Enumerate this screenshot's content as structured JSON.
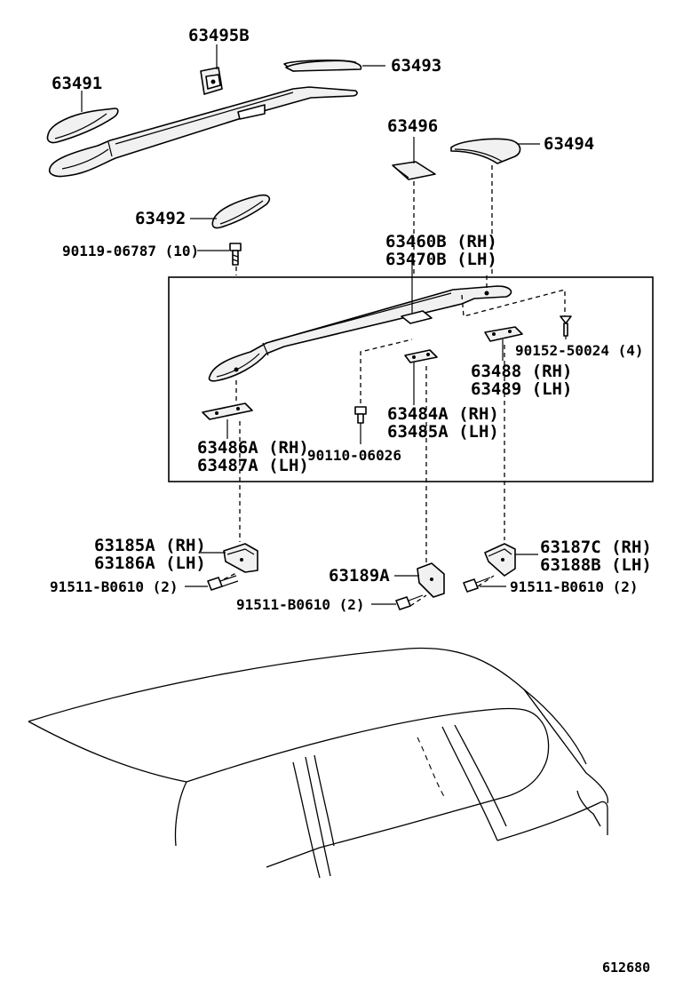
{
  "labels": {
    "p63495B": "63495B",
    "p63491": "63491",
    "p63493": "63493",
    "p63496": "63496",
    "p63494": "63494",
    "p63492": "63492",
    "p90119": "90119-06787 (10)",
    "p63460B": "63460B (RH)",
    "p63470B": "63470B (LH)",
    "p90152": "90152-50024 (4)",
    "p63488": "63488 (RH)",
    "p63489": "63489 (LH)",
    "p63484A": "63484A (RH)",
    "p63485A": "63485A (LH)",
    "p63486A": "63486A (RH)",
    "p63487A": "63487A (LH)",
    "p90110": "90110-06026",
    "p63185A": "63185A (RH)",
    "p63186A": "63186A (LH)",
    "p63187C": "63187C (RH)",
    "p63188B": "63188B (LH)",
    "p63189A": "63189A",
    "p91511_left": "91511-B0610 (2)",
    "p91511_mid": "91511-B0610 (2)",
    "p91511_right": "91511-B0610 (2)"
  },
  "figure_id": "612680"
}
